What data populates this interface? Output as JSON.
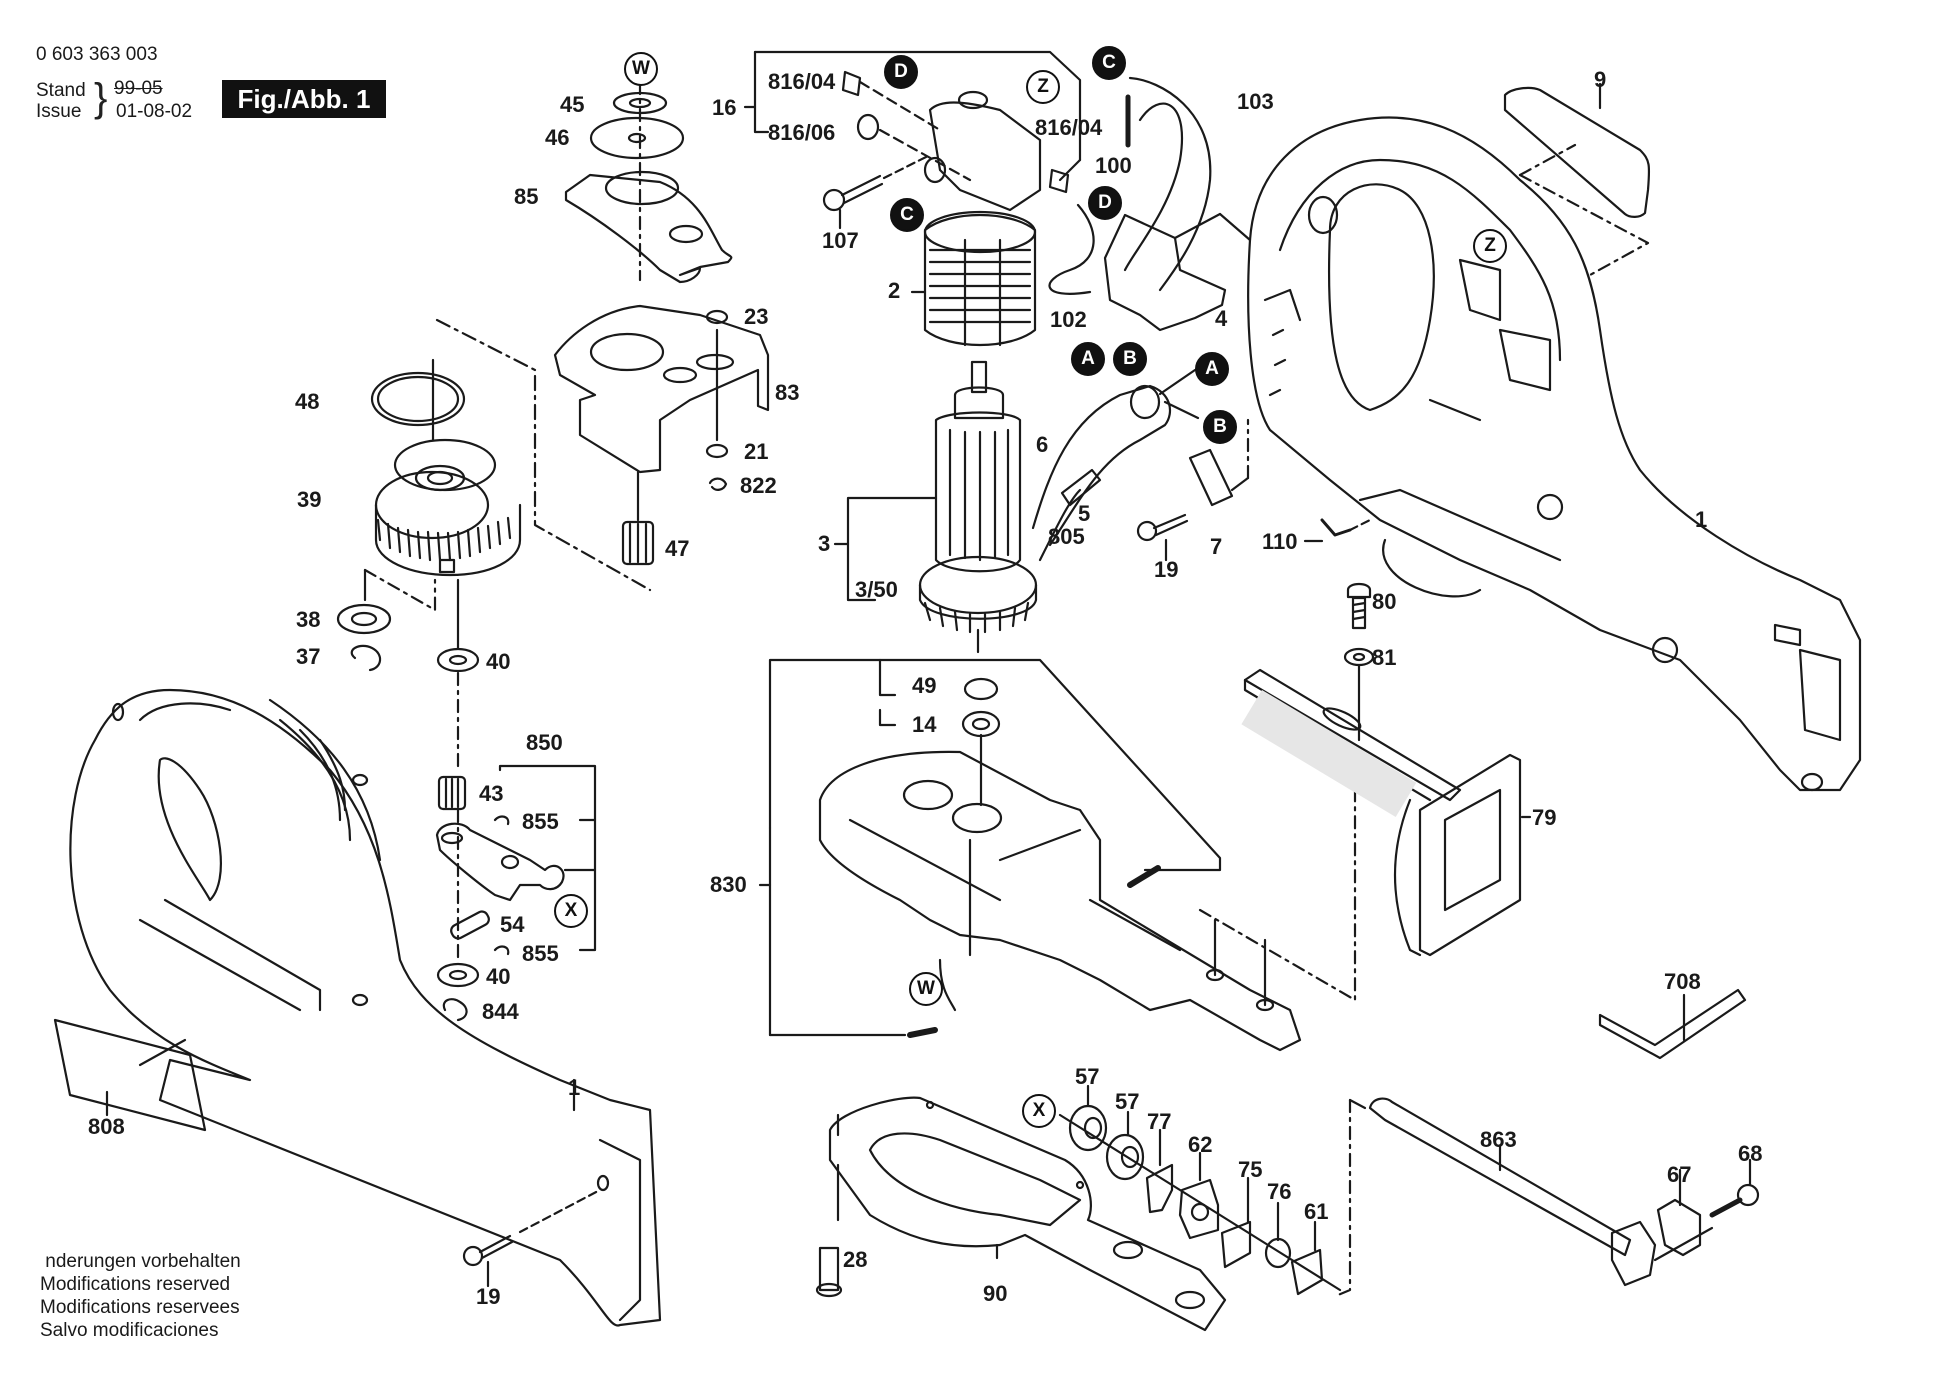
{
  "header": {
    "part_number": "0 603 363 003",
    "stand_label": "Stand",
    "issue_label": "Issue",
    "old_date": "99-05",
    "issue_date": "01-08-02",
    "figure_label": "Fig./Abb. 1"
  },
  "footer": {
    "lines": [
      " nderungen vorbehalten",
      "Modifications reserved",
      "Modifications reservees",
      "Salvo modificaciones"
    ]
  },
  "callouts": {
    "p45": "45",
    "p46": "46",
    "p85": "85",
    "p23": "23",
    "p83": "83",
    "p21": "21",
    "p822": "822",
    "p47": "47",
    "p48": "48",
    "p39": "39",
    "p38": "38",
    "p37": "37",
    "p40a": "40",
    "p40b": "40",
    "p850": "850",
    "p43": "43",
    "p855a": "855",
    "p855b": "855",
    "p54": "54",
    "p844": "844",
    "p808": "808",
    "p1a": "1",
    "p19a": "19",
    "p16": "16",
    "p816_04a": "816/04",
    "p816_06": "816/06",
    "p816_04b": "816/04",
    "p107": "107",
    "p2": "2",
    "p103": "103",
    "p100": "100",
    "p102": "102",
    "p4": "4",
    "p3": "3",
    "p3_50": "3/50",
    "p6": "6",
    "p5": "5",
    "p805": "805",
    "p19b": "19",
    "p7": "7",
    "p49": "49",
    "p14": "14",
    "p830": "830",
    "p9": "9",
    "p1b": "1",
    "p110": "110",
    "p80": "80",
    "p81": "81",
    "p79": "79",
    "p708": "708",
    "p57a": "57",
    "p57b": "57",
    "p77": "77",
    "p62": "62",
    "p75": "75",
    "p76": "76",
    "p61": "61",
    "p28": "28",
    "p90": "90",
    "p863": "863",
    "p67": "67",
    "p68": "68"
  },
  "connector_markers": {
    "w_top": "W",
    "w_bottom": "W",
    "z_top": "Z",
    "z_right": "Z",
    "x_left": "X",
    "x_bottom": "X",
    "c_top": "C",
    "c_left": "C",
    "d_top": "D",
    "d_mid": "D",
    "a_switch": "A",
    "b_switch": "B",
    "a_cable": "A",
    "b_cable": "B"
  }
}
